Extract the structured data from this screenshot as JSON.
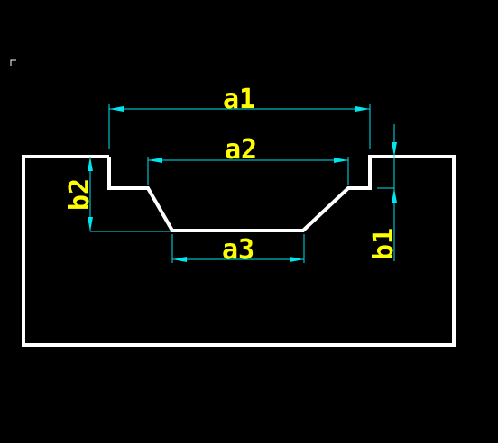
{
  "labels": {
    "a1": "a1",
    "a2": "a2",
    "a3": "a3",
    "b1": "b1",
    "b2": "b2"
  },
  "colors": {
    "background": "#000000",
    "outline": "#ffffff",
    "dimension_line": "#00e5ee",
    "label": "#ffff00"
  }
}
